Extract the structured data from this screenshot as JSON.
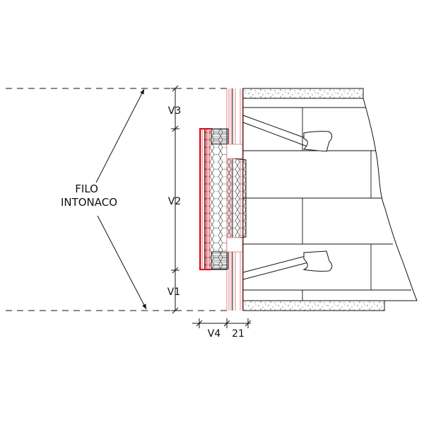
{
  "labels": {
    "reference_line": [
      "FILO",
      "INTONACO"
    ],
    "v3": "V3",
    "v2": "V2",
    "v1": "V1",
    "v4": "V4",
    "frame_dim": "21"
  },
  "colors": {
    "line": "#111111",
    "red": "#e0101a",
    "red_light": "#e8787c",
    "hatch": "#666666"
  }
}
